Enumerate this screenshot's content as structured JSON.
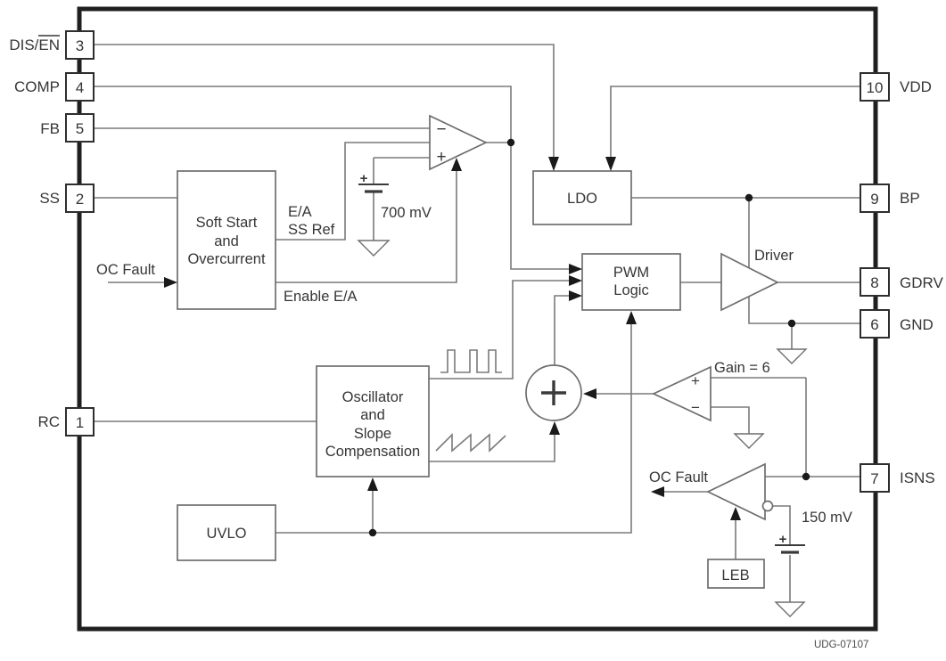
{
  "figure": {
    "code": "UDG-07107"
  },
  "pins": {
    "left": [
      {
        "label_pre": "DIS/",
        "label_over": "EN",
        "number": "3"
      },
      {
        "label": "COMP",
        "number": "4"
      },
      {
        "label": "FB",
        "number": "5"
      },
      {
        "label": "SS",
        "number": "2"
      },
      {
        "label": "RC",
        "number": "1"
      }
    ],
    "right": [
      {
        "label": "VDD",
        "number": "10"
      },
      {
        "label": "BP",
        "number": "9"
      },
      {
        "label": "GDRV",
        "number": "8"
      },
      {
        "label": "GND",
        "number": "6"
      },
      {
        "label": "ISNS",
        "number": "7"
      }
    ]
  },
  "blocks": {
    "soft_start": {
      "lines": [
        "Soft Start",
        "and",
        "Overcurrent"
      ]
    },
    "ldo": {
      "label": "LDO"
    },
    "pwm_logic": {
      "lines": [
        "PWM",
        "Logic"
      ]
    },
    "driver": {
      "label": "Driver"
    },
    "oscillator": {
      "lines": [
        "Oscillator",
        "and",
        "Slope",
        "Compensation"
      ]
    },
    "uvlo": {
      "label": "UVLO"
    },
    "leb": {
      "label": "LEB"
    }
  },
  "labels": {
    "oc_fault_in": "OC Fault",
    "oc_fault_out": "OC Fault",
    "ea_ref_line1": "E/A",
    "ea_ref_line2": "SS Ref",
    "enable_ea": "Enable E/A",
    "ref_700mv": "700 mV",
    "ref_150mv": "150 mV",
    "gain": "Gain = 6",
    "ea_minus": "−",
    "ea_plus": "+",
    "cs_plus": "+",
    "cs_minus": "−",
    "bat700_plus": "+",
    "bat150_plus": "+"
  }
}
